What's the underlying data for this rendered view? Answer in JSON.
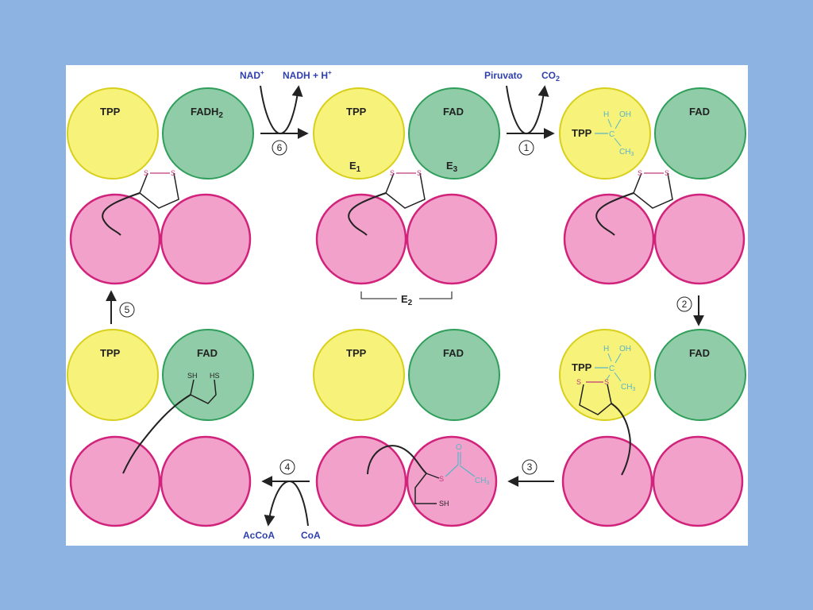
{
  "colors": {
    "background": "#8db3e2",
    "panel": "#ffffff",
    "tpp": "#f6f27a",
    "tpp_stroke": "#d8cf1c",
    "fad": "#8fcca7",
    "fad_stroke": "#2f9e5b",
    "e2": "#f2a1ca",
    "e2_stroke": "#d1237c",
    "label_blue": "#2e3fae",
    "chem_blue": "#5ab4c7",
    "sulfur": "#c0397a"
  },
  "states": {
    "s1": {
      "tpp": "TPP",
      "fad": "FADH",
      "fad_sub": "2"
    },
    "s2": {
      "tpp": "TPP",
      "fad": "FAD",
      "e1": "E",
      "e1_sub": "1",
      "e3": "E",
      "e3_sub": "3"
    },
    "s3": {
      "tpp": "TPP",
      "fad": "FAD"
    },
    "s4": {
      "tpp": "TPP",
      "fad": "FAD"
    },
    "s5": {
      "tpp": "TPP",
      "fad": "FAD"
    },
    "s6": {
      "tpp": "TPP",
      "fad": "FAD"
    }
  },
  "e2_label": {
    "main": "E",
    "sub": "2"
  },
  "steps": [
    "1",
    "2",
    "3",
    "4",
    "5",
    "6"
  ],
  "reagents": {
    "step1_in": "Piruvato",
    "step1_out": "CO",
    "step1_out_sub": "2",
    "step6_in": "NAD",
    "step6_in_sup": "+",
    "step6_out": "NADH + H",
    "step6_out_sup": "+",
    "step4_out": "AcCoA",
    "step4_in": "CoA"
  },
  "chem": {
    "h": "H",
    "oh": "OH",
    "c": "C",
    "ch3": "CH",
    "ch3_sub": "3",
    "o": "O",
    "s": "S",
    "sh": "SH",
    "hs": "HS",
    "tpp_bond": "TPP"
  }
}
